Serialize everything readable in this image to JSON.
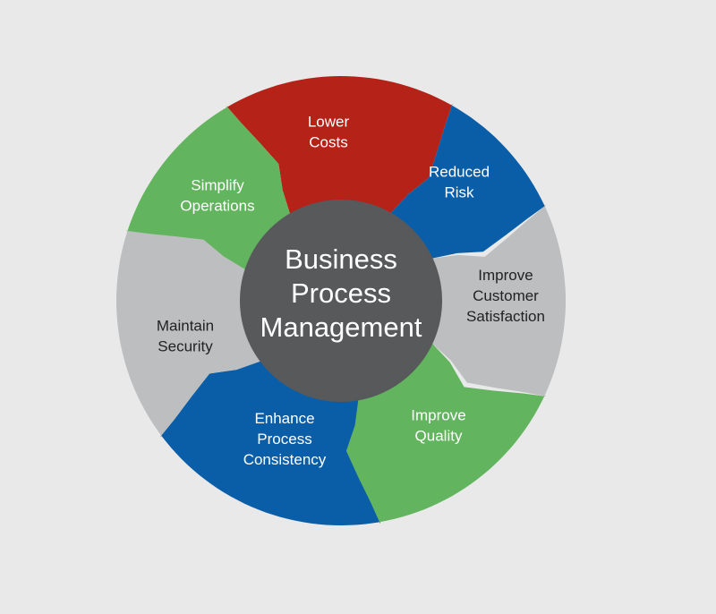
{
  "colors": {
    "background": "#e9e9e9",
    "red": "#b52218",
    "blue": "#0a5ea8",
    "green": "#63b45f",
    "gray": "#bcbec0",
    "center": "#58595b",
    "light_text": "#ffffff",
    "dark_text": "#222222"
  },
  "center": {
    "line1": "Business",
    "line2": "Process",
    "line3": "Management"
  },
  "segments": [
    {
      "id": "lower-costs",
      "color": "red",
      "text_color": "light",
      "lines": [
        "Lower",
        "Costs"
      ]
    },
    {
      "id": "reduced-risk",
      "color": "blue",
      "text_color": "light",
      "lines": [
        "Reduced",
        "Risk"
      ]
    },
    {
      "id": "improve-customer-satisfaction",
      "color": "gray",
      "text_color": "dark",
      "lines": [
        "Improve",
        "Customer",
        "Satisfaction"
      ]
    },
    {
      "id": "improve-quality",
      "color": "green",
      "text_color": "light",
      "lines": [
        "Improve",
        "Quality"
      ]
    },
    {
      "id": "enhance-process-consistency",
      "color": "blue",
      "text_color": "light",
      "lines": [
        "Enhance",
        "Process",
        "Consistency"
      ]
    },
    {
      "id": "maintain-security",
      "color": "gray",
      "text_color": "dark",
      "lines": [
        "Maintain",
        "Security"
      ]
    },
    {
      "id": "simplify-operations",
      "color": "green",
      "text_color": "light",
      "lines": [
        "Simplify",
        "Operations"
      ]
    }
  ]
}
